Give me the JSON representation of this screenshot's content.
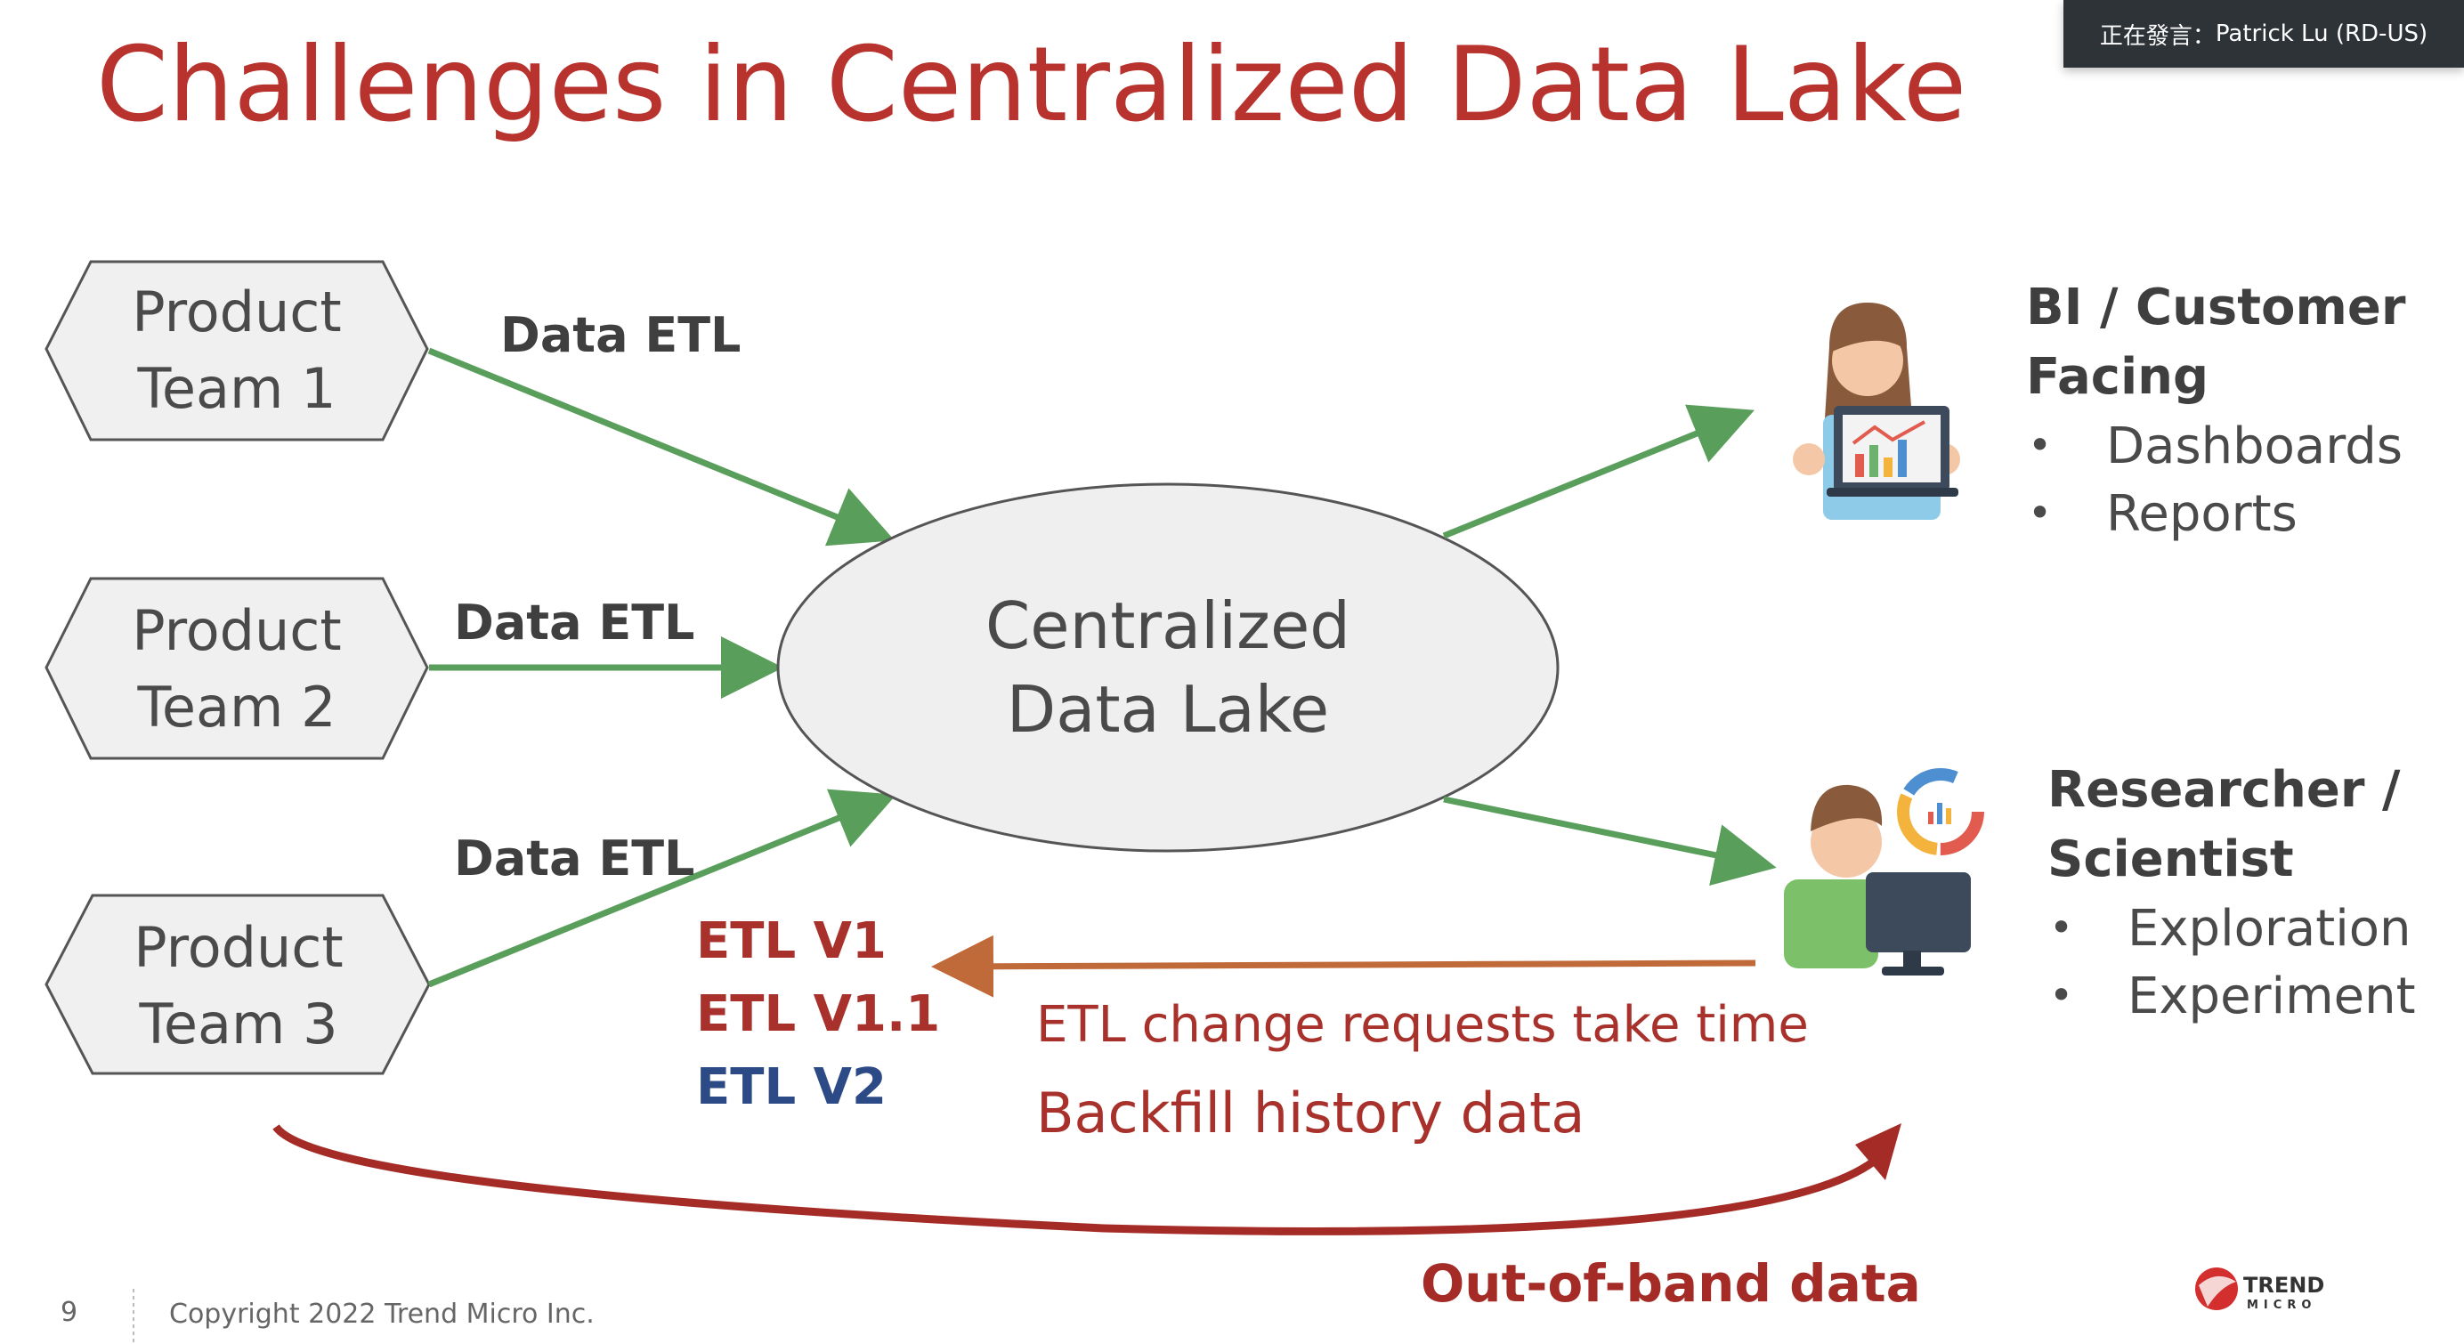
{
  "speaker": {
    "label": "正在發言：",
    "name": "Patrick Lu (RD-US)"
  },
  "slide": {
    "title": "Challenges in Centralized Data Lake",
    "teams": [
      {
        "line1": "Product",
        "line2": "Team 1"
      },
      {
        "line1": "Product",
        "line2": "Team 2"
      },
      {
        "line1": "Product",
        "line2": "Team 3"
      }
    ],
    "etl_labels": [
      "Data ETL",
      "Data ETL",
      "Data ETL"
    ],
    "lake": {
      "line1": "Centralized",
      "line2": "Data Lake"
    },
    "bi": {
      "heading1": "BI / Customer",
      "heading2": "Facing",
      "bullets": [
        "Dashboards",
        "Reports"
      ]
    },
    "research": {
      "heading1": "Researcher /",
      "heading2": "Scientist",
      "bullets": [
        "Exploration",
        "Experiment"
      ]
    },
    "versions": [
      {
        "label": "ETL V1",
        "color": "#a8312c"
      },
      {
        "label": "ETL V1.1",
        "color": "#a8312c"
      },
      {
        "label": "ETL V2",
        "color": "#2c4a86"
      }
    ],
    "change_note": "ETL change requests take time",
    "backfill_note": "Backfill history data",
    "out_of_band": "Out-of-band data",
    "bullet_char": "•",
    "footer": {
      "page": "9",
      "copyright": "Copyright 2022 Trend Micro Inc.",
      "logo_line1": "TREND",
      "logo_line2": "MICRO"
    },
    "colors": {
      "title": "#b8322e",
      "green": "#5a9e5c",
      "orange": "#c06a3a",
      "curve": "#a52b27",
      "text": "#4a4a4a",
      "heading": "#3f3f3f"
    }
  }
}
